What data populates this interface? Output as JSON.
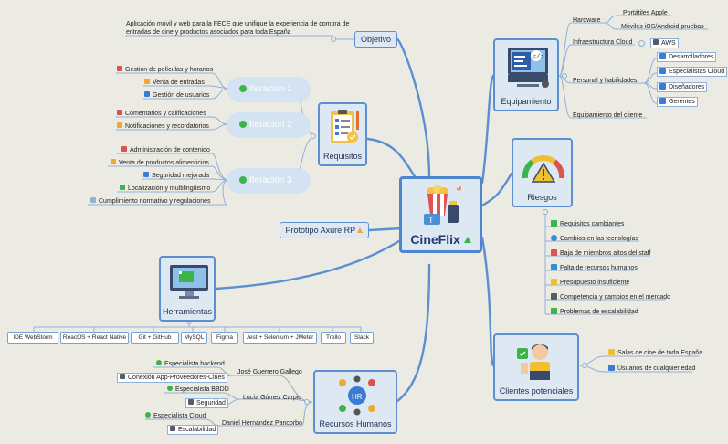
{
  "center": {
    "title": "CineFlix"
  },
  "objetivo": {
    "label": "Objetivo",
    "line1": "Aplicación móvil y web para la FECE que unifique la experiencia de compra de",
    "line2": "entradas de cine y productos asociados para toda España"
  },
  "requisitos": {
    "label": "Requisitos",
    "iter1": {
      "label": "Iteracion 1",
      "items": [
        "Gestión de películas y horarios",
        "Venta de entradas",
        "Gestión de usuarios"
      ],
      "badges": [
        "1",
        "2",
        "3"
      ]
    },
    "iter2": {
      "label": "Iteracion 2",
      "items": [
        "Comentarios y calificaciones",
        "Notificaciones y recordatorios"
      ],
      "badges": [
        "1",
        "2"
      ]
    },
    "iter3": {
      "label": "Iteracion 3",
      "items": [
        "Administración de contenido",
        "Venta de productos alimenticios",
        "Seguridad mejorada",
        "Localización y multilingüismo",
        "Cumplimiento normativo y regulaciones"
      ],
      "badges": [
        "1",
        "2",
        "3",
        "4",
        "5"
      ]
    }
  },
  "prototipo": {
    "label": "Prototipo Axure RP"
  },
  "herramientas": {
    "label": "Herramientas",
    "items": [
      "IDE WebStorm",
      "ReactJS + React Native",
      "Git + GitHub",
      "MySQL",
      "Figma",
      "Jest + Selenium + JMeter",
      "Trello",
      "Slack"
    ]
  },
  "recursos": {
    "label": "Recursos Humanos",
    "people": [
      {
        "name": "José Guerrero Gallego",
        "role": "Especialista backend",
        "skill": "Conexión App-Proveedores-Cines"
      },
      {
        "name": "Lucía Gómez Carpio",
        "role": "Especialista BBDD",
        "skill": "Seguridad"
      },
      {
        "name": "Daniel Hernández Pancorbo",
        "role": "Especialista Cloud",
        "skill": "Escalabilidad"
      }
    ]
  },
  "equipamiento": {
    "label": "Equipamiento",
    "hardware": {
      "label": "Hardware",
      "items": [
        "Portátiles Apple",
        "Móviles iOS/Android pruebas"
      ]
    },
    "cloud": {
      "label": "Infraestructura Cloud",
      "items": [
        "AWS"
      ]
    },
    "personal": {
      "label": "Personal y habilidades",
      "items": [
        "Desarrolladores",
        "Especialistas Cloud",
        "Diseñadores",
        "Gerentes"
      ]
    },
    "cliente": {
      "label": "Equipamiento del cliente"
    }
  },
  "riesgos": {
    "label": "Riesgos",
    "items": [
      "Requisitos cambiantes",
      "Cambios en las tecnologías",
      "Baja de miembros altos del staff",
      "Falta de recursos humanos",
      "Presupuesto insuficiente",
      "Competencia y cambios en el mercado",
      "Problemas de escalabilidad"
    ],
    "colors": [
      "#3cb44b",
      "#2d8fd5",
      "#d9534f",
      "#2d8fd5",
      "#f0c030",
      "#555c66",
      "#3cb44b"
    ]
  },
  "clientes": {
    "label": "Clientes potenciales",
    "items": [
      "Salas de cine de toda España",
      "Usuarios de cualquier edad"
    ]
  },
  "colors": {
    "branch": "#5b8fd1",
    "p1": "#d9534f",
    "p2": "#f0a830",
    "p3": "#3a7bd5",
    "p4": "#3cb44b",
    "p5": "#8fb4d8"
  }
}
